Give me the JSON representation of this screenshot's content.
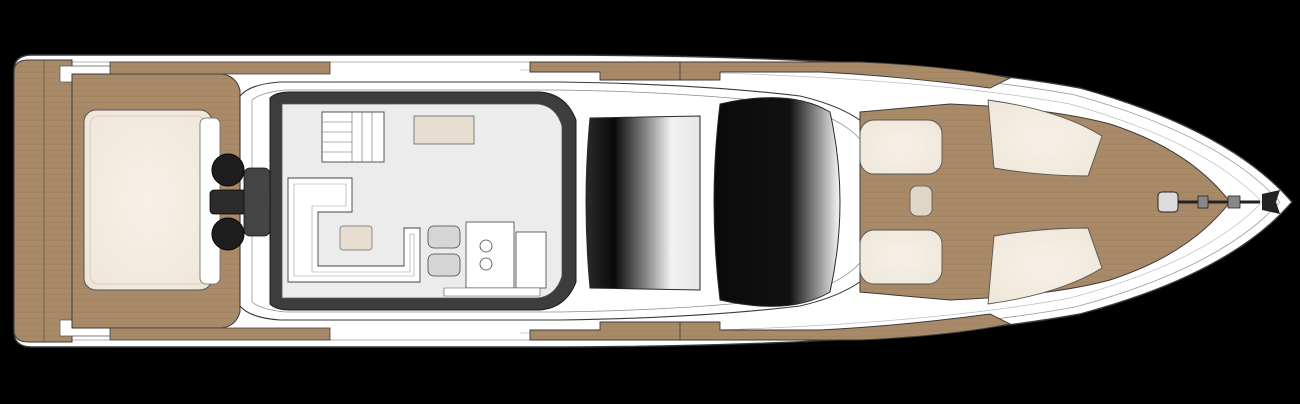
{
  "diagram": {
    "type": "yacht-top-deck-plan",
    "colors": {
      "background": "#000000",
      "hull": "#ffffff",
      "outline": "#3a3a3a",
      "teak": "#a88a68",
      "cushion": "#f3ede3",
      "flybridge_floor": "#ececec",
      "hardtop_dark": "#0a0a0a",
      "hardtop_light": "#f2f2f2"
    },
    "components": [
      {
        "name": "hull"
      },
      {
        "name": "aft-swim-platform"
      },
      {
        "name": "aft-sunpad"
      },
      {
        "name": "flybridge"
      },
      {
        "name": "flybridge-stairs"
      },
      {
        "name": "flybridge-sofa"
      },
      {
        "name": "helm-station"
      },
      {
        "name": "hardtop-glass-roof"
      },
      {
        "name": "side-deck-port"
      },
      {
        "name": "side-deck-starboard"
      },
      {
        "name": "foredeck-sunpads"
      },
      {
        "name": "bow-anchor"
      }
    ]
  }
}
